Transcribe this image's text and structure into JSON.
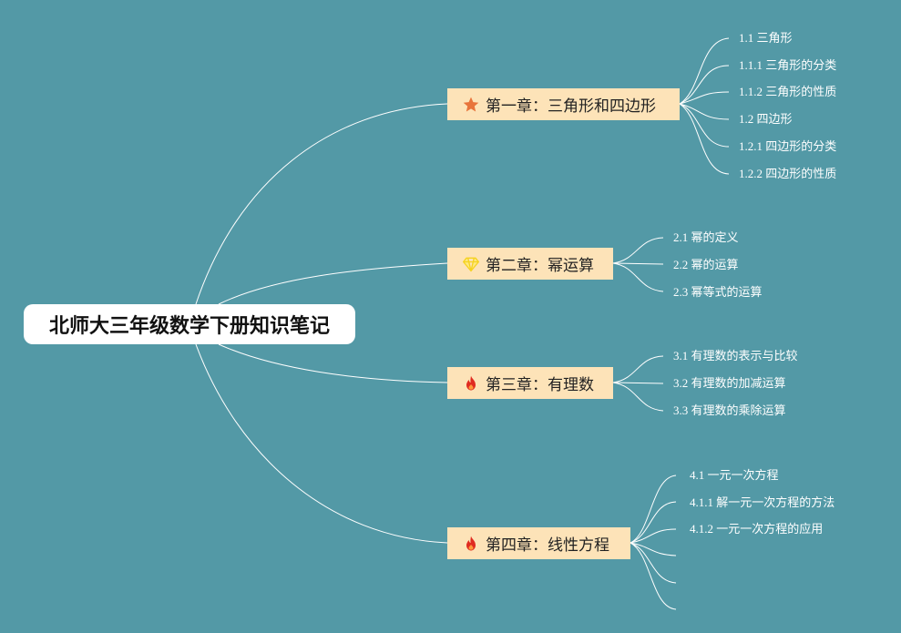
{
  "root": {
    "title": "北师大三年级数学下册知识笔记"
  },
  "chapters": [
    {
      "title": "第一章：三角形和四边形",
      "icon": "star-icon",
      "icon_color": "#e8743b",
      "topics": [
        "1.1 三角形",
        "1.1.1 三角形的分类",
        "1.1.2 三角形的性质",
        "1.2 四边形",
        "1.2.1 四边形的分类",
        "1.2.2 四边形的性质"
      ]
    },
    {
      "title": "第二章：幂运算",
      "icon": "diamond-icon",
      "icon_color": "#f5d21f",
      "topics": [
        "2.1 幂的定义",
        "2.2 幂的运算",
        "2.3 幂等式的运算"
      ]
    },
    {
      "title": "第三章：有理数",
      "icon": "fire-icon",
      "icon_color": "#e02b20",
      "topics": [
        "3.1 有理数的表示与比较",
        "3.2 有理数的加减运算",
        "3.3 有理数的乘除运算"
      ]
    },
    {
      "title": "第四章：线性方程",
      "icon": "fire-icon",
      "icon_color": "#e02b20",
      "topics": [
        "4.1 一元一次方程",
        "4.1.1 解一元一次方程的方法",
        "4.1.2 一元一次方程的应用",
        "",
        "",
        ""
      ]
    }
  ],
  "colors": {
    "background": "#5399a6",
    "chapter_fill": "#fde3b8",
    "root_fill": "#ffffff",
    "connector": "#ffffff"
  }
}
